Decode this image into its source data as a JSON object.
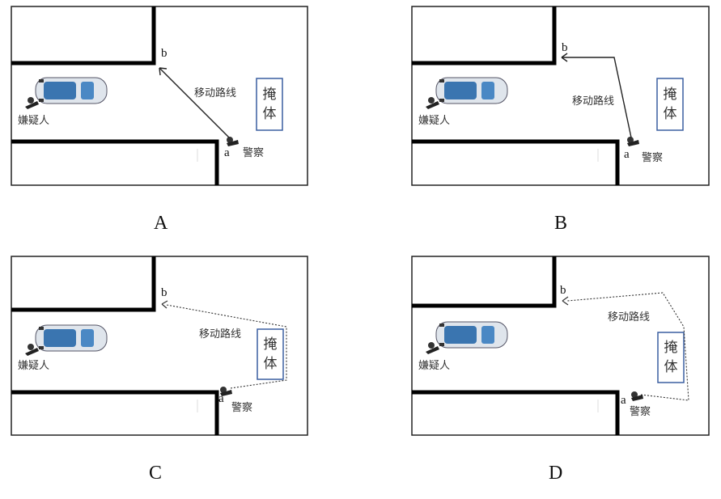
{
  "panels": [
    {
      "id": "A",
      "label": "A",
      "point_a": "a",
      "point_b": "b",
      "route_label": "移动路线",
      "cover_label": "掩体",
      "suspect_label": "嫌疑人",
      "police_label": "警察",
      "route_style": "solid",
      "route_description": "straight path from a to b"
    },
    {
      "id": "B",
      "label": "B",
      "point_a": "a",
      "point_b": "b",
      "route_label": "移动路线",
      "cover_label": "掩体",
      "suspect_label": "嫌疑人",
      "police_label": "警察",
      "route_style": "solid",
      "route_description": "from a up past wall corner then left to b"
    },
    {
      "id": "C",
      "label": "C",
      "point_a": "a",
      "point_b": "b",
      "route_label": "移动路线",
      "cover_label": "掩体",
      "suspect_label": "嫌疑人",
      "police_label": "警察",
      "route_style": "dotted",
      "route_description": "from a right to cover, up behind cover, then to b"
    },
    {
      "id": "D",
      "label": "D",
      "point_a": "a",
      "point_b": "b",
      "route_label": "移动路线",
      "cover_label": "掩体",
      "suspect_label": "嫌疑人",
      "police_label": "警察",
      "route_style": "dotted",
      "route_description": "from a far right behind cover, up, then left to b"
    }
  ]
}
